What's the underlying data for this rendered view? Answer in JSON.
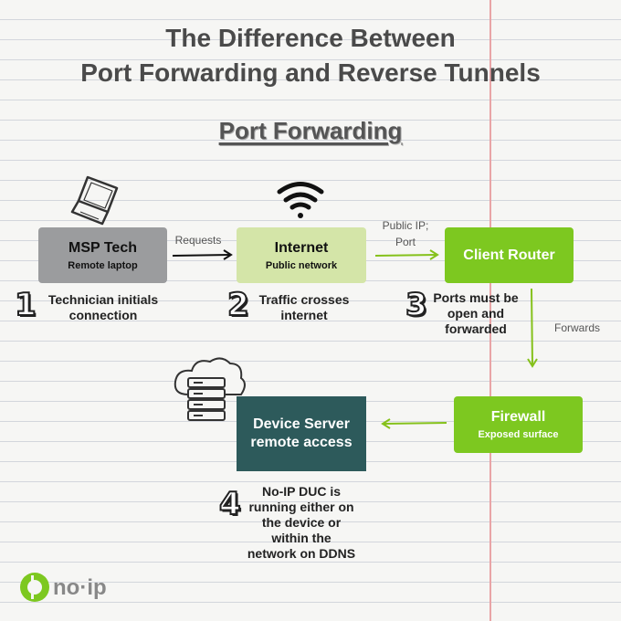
{
  "title_line1": "The Difference Between",
  "title_line2": "Port Forwarding and Reverse Tunnels",
  "section_title": "Port Forwarding",
  "colors": {
    "gray_box": "#9b9c9e",
    "light_green": "#d4e5a8",
    "bright_green": "#7dc820",
    "dark_teal": "#2d5a5b",
    "arrow_green": "#85c11b"
  },
  "nodes": {
    "msp_tech": {
      "label": "MSP Tech",
      "sub": "Remote laptop",
      "icon": "laptop-icon"
    },
    "internet": {
      "label": "Internet",
      "sub": "Public network",
      "icon": "wifi-icon"
    },
    "client_router": {
      "label": "Client Router"
    },
    "firewall": {
      "label": "Firewall",
      "sub": "Exposed surface"
    },
    "device_server": {
      "line1": "Device Server",
      "line2": "remote access",
      "icon": "cloud-server-icon"
    }
  },
  "edges": {
    "requests": "Requests",
    "public_ip_line1": "Public IP;",
    "public_ip_line2": "Port",
    "forwards": "Forwards"
  },
  "steps": [
    {
      "number": "1",
      "lines": [
        "Technician initials",
        "connection"
      ]
    },
    {
      "number": "2",
      "lines": [
        "Traffic crosses",
        "internet"
      ]
    },
    {
      "number": "3",
      "lines": [
        "Ports must be",
        "open and",
        "forwarded"
      ]
    },
    {
      "number": "4",
      "lines": [
        "No-IP DUC is",
        "running either on",
        "the device or",
        "within the",
        "network on DDNS"
      ]
    }
  ],
  "brand": {
    "logo_text": "no·ip",
    "logo_icon": "noip-logo-icon"
  }
}
